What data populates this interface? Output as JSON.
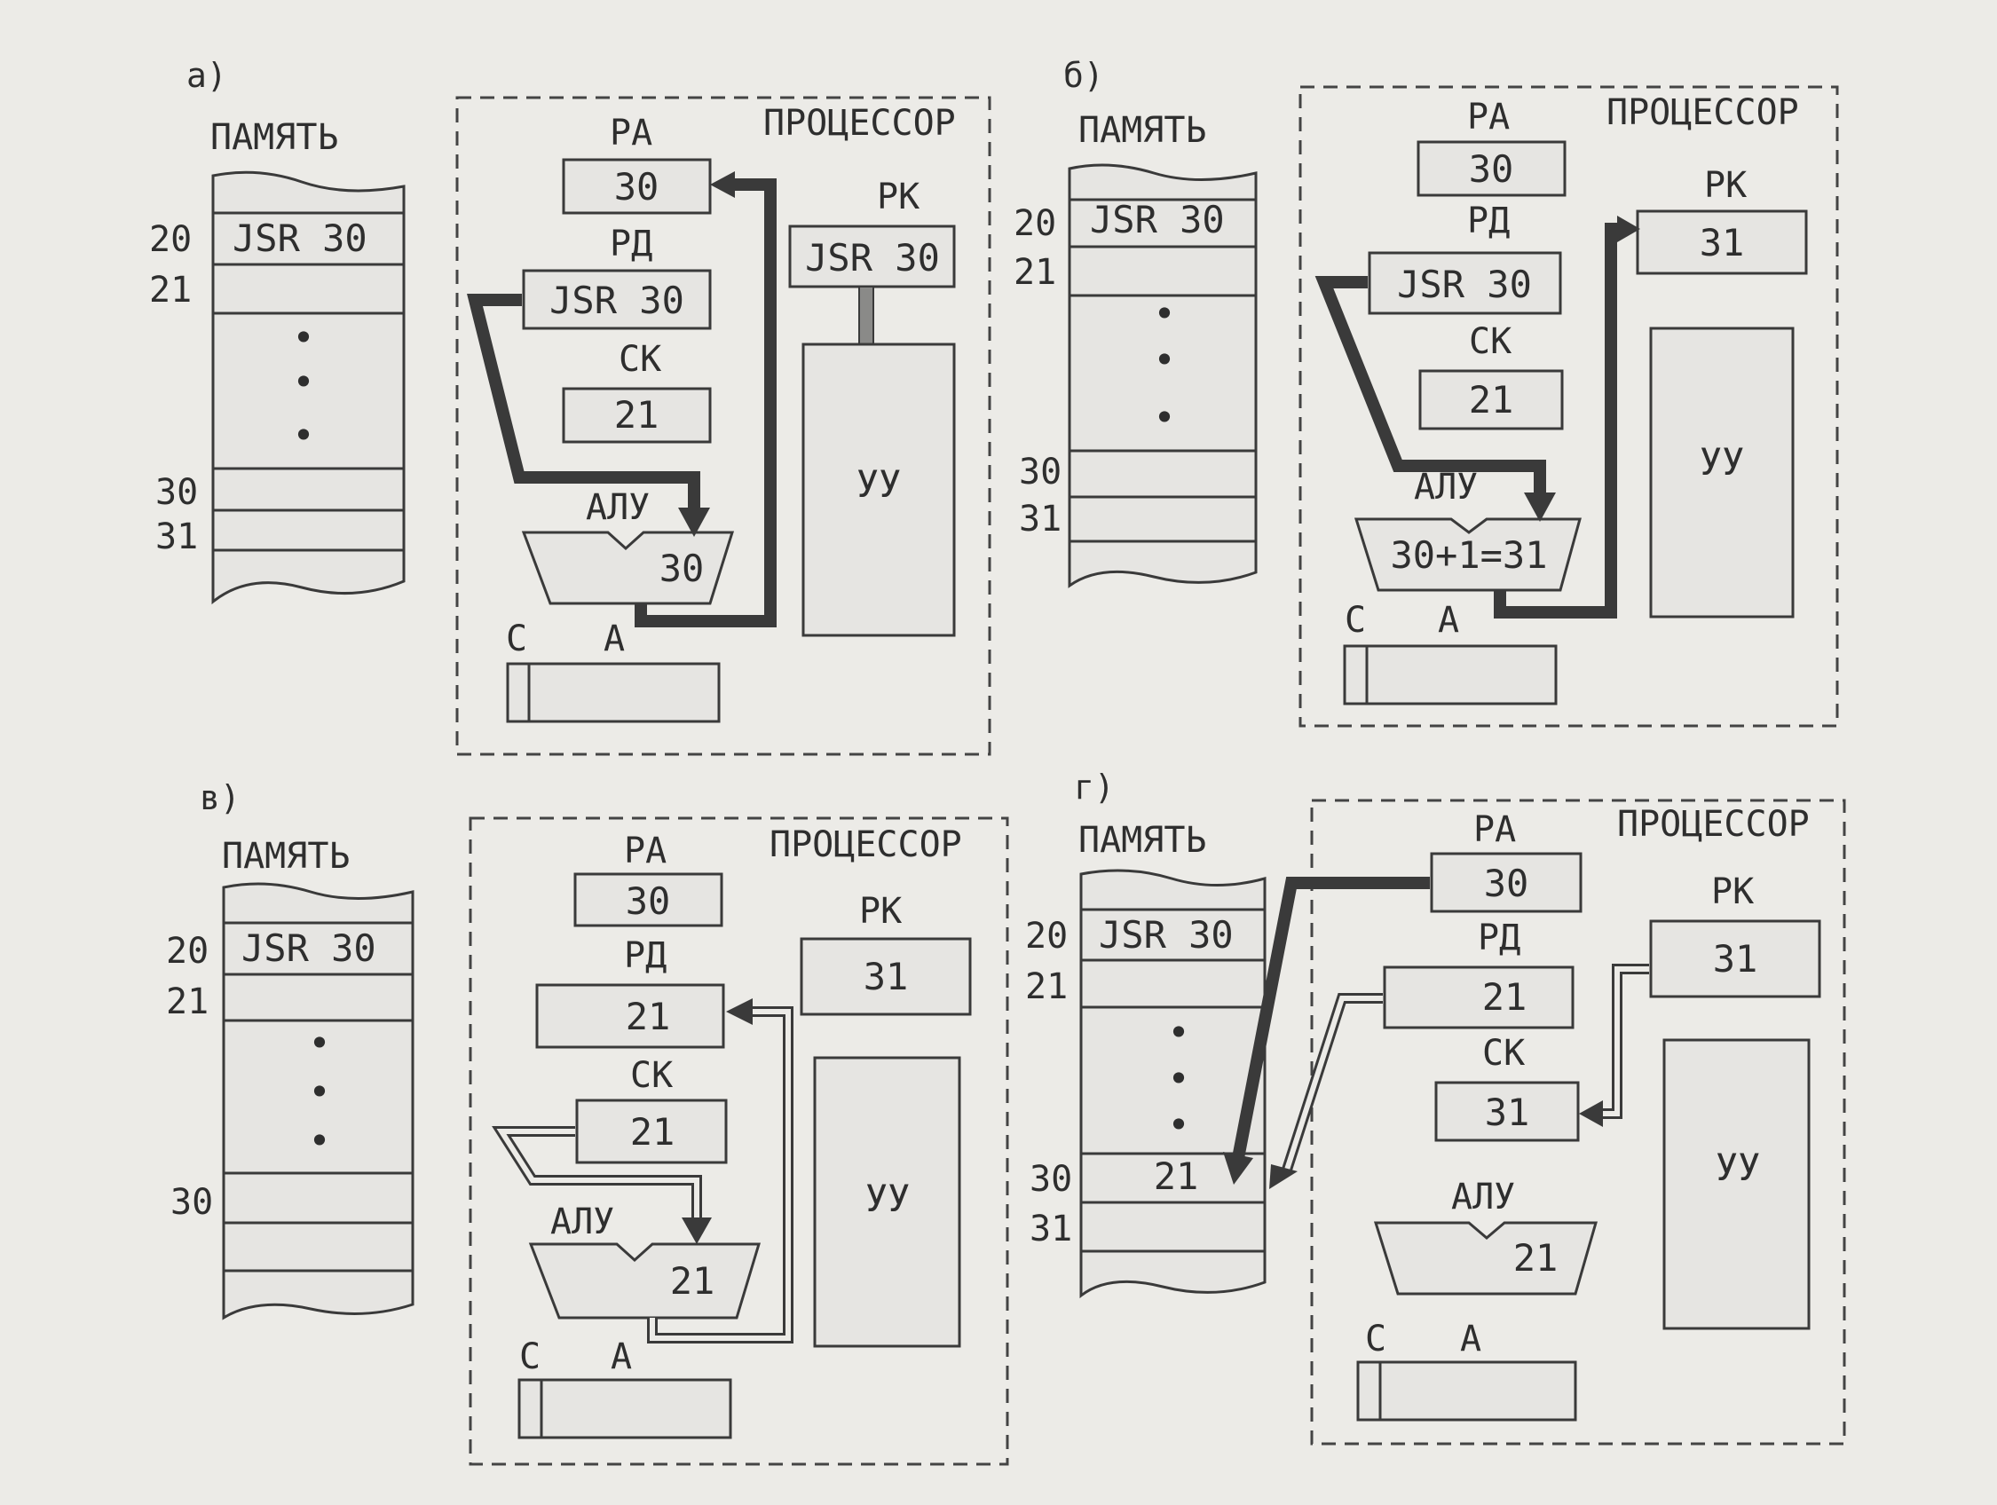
{
  "panels": [
    {
      "id": "a",
      "label": "а)",
      "memory": {
        "title": "ПАМЯТЬ",
        "row_labels": [
          "20",
          "21",
          "30",
          "31"
        ],
        "cell_20": "JSR 30",
        "cell_30": "",
        "dots": [
          "•",
          "•",
          "•"
        ]
      },
      "processor": {
        "title": "ПРОЦЕССОР",
        "ra_label": "РА",
        "ra_value": "30",
        "rd_label": "РД",
        "rd_value": "JSR 30",
        "sk_label": "СК",
        "sk_value": "21",
        "alu_label": "АЛУ",
        "alu_value": "30",
        "rk_label": "РК",
        "rk_value": "JSR 30",
        "uu_label": "УУ",
        "c_label": "С",
        "a_label": "А"
      }
    },
    {
      "id": "b",
      "label": "б)",
      "memory": {
        "title": "ПАМЯТЬ",
        "row_labels": [
          "20",
          "21",
          "30",
          "31"
        ],
        "cell_20": "JSR 30",
        "cell_30": "",
        "dots": [
          "•",
          "•",
          "•"
        ]
      },
      "processor": {
        "title": "ПРОЦЕССОР",
        "ra_label": "РА",
        "ra_value": "30",
        "rd_label": "РД",
        "rd_value": "JSR 30",
        "sk_label": "СК",
        "sk_value": "21",
        "alu_label": "АЛУ",
        "alu_value": "30+1=31",
        "rk_label": "РК",
        "rk_value": "31",
        "uu_label": "УУ",
        "c_label": "С",
        "a_label": "А"
      }
    },
    {
      "id": "v",
      "label": "в)",
      "memory": {
        "title": "ПАМЯТЬ",
        "row_labels": [
          "20",
          "21",
          "30"
        ],
        "cell_20": "JSR 30",
        "cell_30": "",
        "dots": [
          "•",
          "•",
          "•"
        ]
      },
      "processor": {
        "title": "ПРОЦЕССОР",
        "ra_label": "РА",
        "ra_value": "30",
        "rd_label": "РД",
        "rd_value": "21",
        "sk_label": "СК",
        "sk_value": "21",
        "alu_label": "АЛУ",
        "alu_value": "21",
        "rk_label": "РК",
        "rk_value": "31",
        "uu_label": "УУ",
        "c_label": "С",
        "a_label": "А"
      }
    },
    {
      "id": "g",
      "label": "г)",
      "memory": {
        "title": "ПАМЯТЬ",
        "row_labels": [
          "20",
          "21",
          "30",
          "31"
        ],
        "cell_20": "JSR 30",
        "cell_30": "21",
        "dots": [
          "•",
          "•",
          "•"
        ]
      },
      "processor": {
        "title": "ПРОЦЕССОР",
        "ra_label": "РА",
        "ra_value": "30",
        "rd_label": "РД",
        "rd_value": "21",
        "sk_label": "СК",
        "sk_value": "31",
        "alu_label": "АЛУ",
        "alu_value": "21",
        "rk_label": "РК",
        "rk_value": "31",
        "uu_label": "УУ",
        "c_label": "С",
        "a_label": "А"
      }
    }
  ],
  "colors": {
    "paper": "#ecebe7",
    "ink": "#3a3a3a"
  }
}
